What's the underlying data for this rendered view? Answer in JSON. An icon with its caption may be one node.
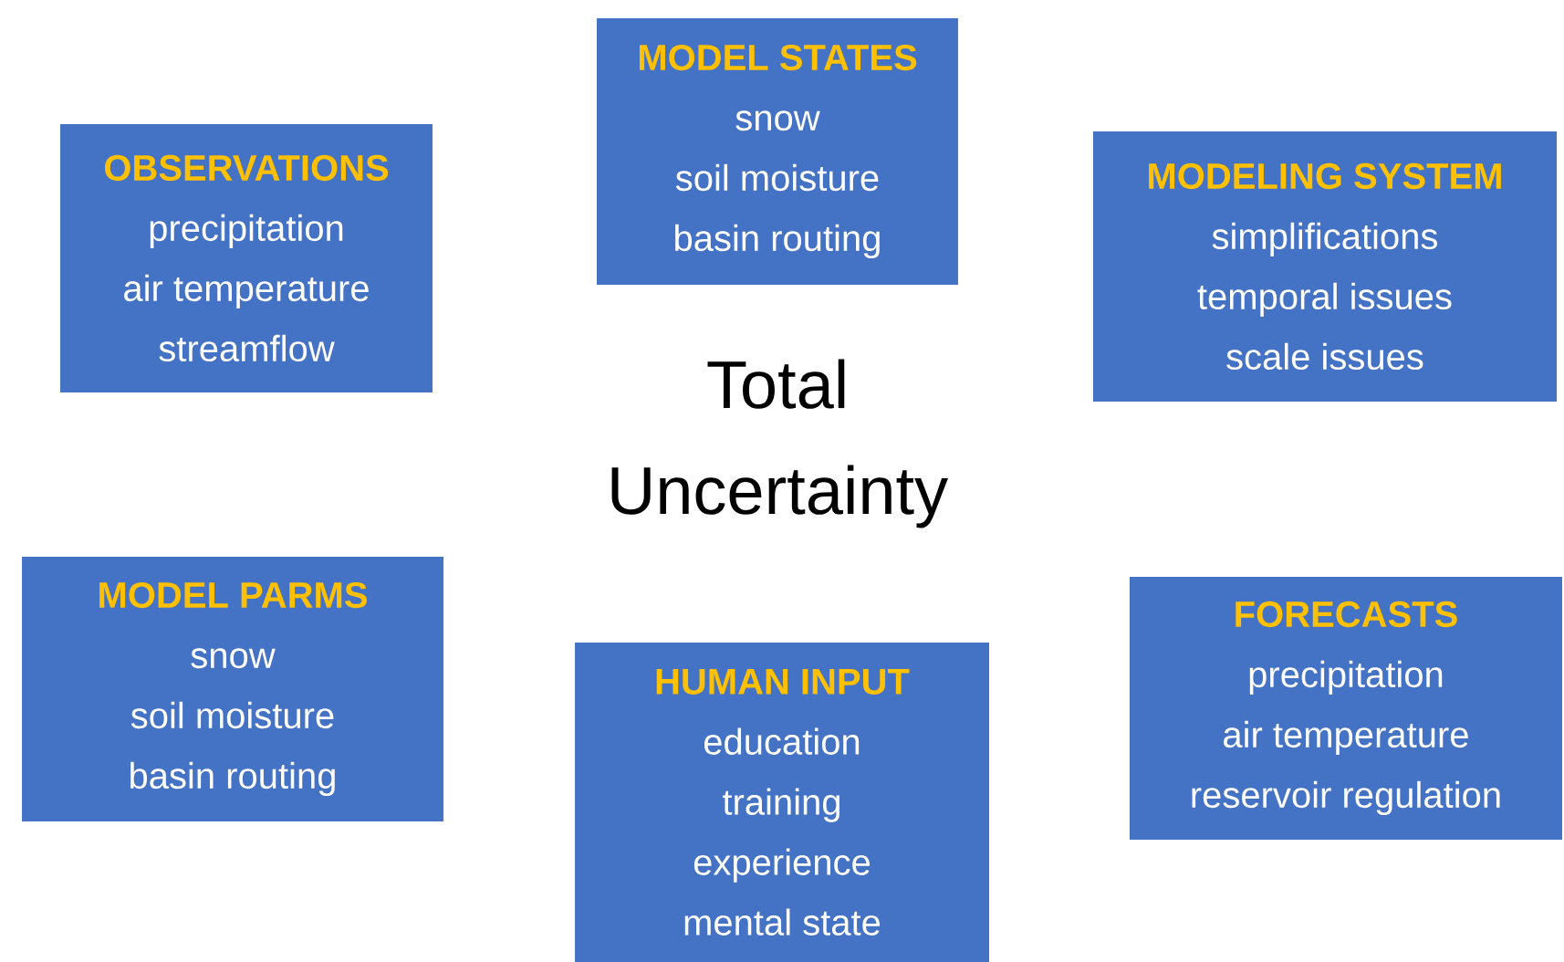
{
  "diagram": {
    "nodes": [
      {
        "text": [
          "OBSERVATIONS",
          "precipitation",
          "air temperature",
          "streamflow"
        ]
      },
      {
        "text": [
          "MODEL STATES",
          "snow",
          "soil moisture",
          "basin routing"
        ]
      },
      {
        "text": [
          "MODELING SYSTEM",
          "simplifications",
          "temporal issues",
          "scale issues"
        ]
      },
      {
        "text": [
          "MODEL PARMS",
          "snow",
          "soil moisture",
          "basin routing"
        ]
      },
      {
        "text": [
          "HUMAN INPUT",
          "education",
          "training",
          "experience",
          "mental state"
        ]
      },
      {
        "text": [
          "FORECASTS",
          "precipitation",
          "air temperature",
          "reservoir regulation"
        ]
      }
    ],
    "labels": [
      "Total Uncertainty"
    ]
  }
}
